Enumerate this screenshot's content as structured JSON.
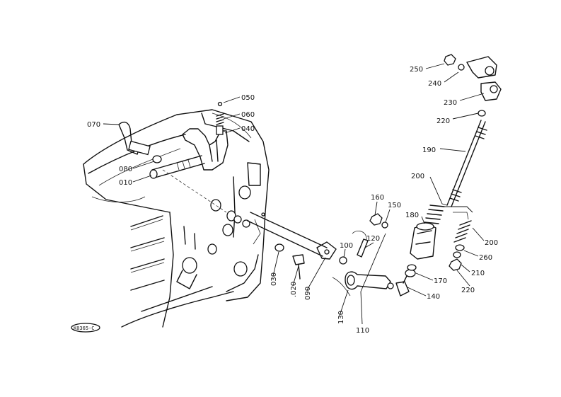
{
  "diagram": {
    "badge": "K0365-C",
    "parts": [
      {
        "id": "p250",
        "label": "250"
      },
      {
        "id": "p240",
        "label": "240"
      },
      {
        "id": "p230",
        "label": "230"
      },
      {
        "id": "p220a",
        "label": "220"
      },
      {
        "id": "p190",
        "label": "190"
      },
      {
        "id": "p200a",
        "label": "200"
      },
      {
        "id": "p180",
        "label": "180"
      },
      {
        "id": "p200b",
        "label": "200"
      },
      {
        "id": "p260",
        "label": "260"
      },
      {
        "id": "p210",
        "label": "210"
      },
      {
        "id": "p220b",
        "label": "220"
      },
      {
        "id": "p170",
        "label": "170"
      },
      {
        "id": "p140",
        "label": "140"
      },
      {
        "id": "p160",
        "label": "160"
      },
      {
        "id": "p150",
        "label": "150"
      },
      {
        "id": "p120",
        "label": "120"
      },
      {
        "id": "p100",
        "label": "100"
      },
      {
        "id": "p110",
        "label": "110"
      },
      {
        "id": "p130",
        "label": "130"
      },
      {
        "id": "p090",
        "label": "090"
      },
      {
        "id": "p020",
        "label": ".020"
      },
      {
        "id": "p030",
        "label": "030"
      },
      {
        "id": "p050",
        "label": "050"
      },
      {
        "id": "p060",
        "label": "060"
      },
      {
        "id": "p040",
        "label": "040"
      },
      {
        "id": "p070",
        "label": "070"
      },
      {
        "id": "p080",
        "label": "080"
      },
      {
        "id": "p010",
        "label": "010"
      }
    ]
  }
}
